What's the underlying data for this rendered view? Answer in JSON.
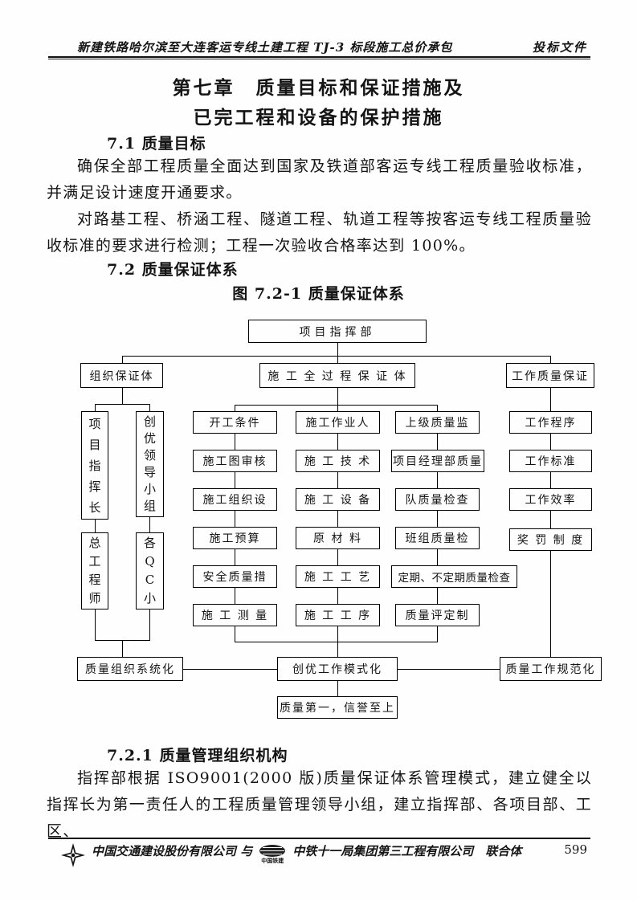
{
  "header": {
    "left": "新建铁路哈尔滨至大连客运专线土建工程 TJ-3 标段施工总价承包",
    "right": "投标文件"
  },
  "title": {
    "line1": "第七章　质量目标和保证措施及",
    "line2": "已完工程和设备的保护措施"
  },
  "s71": {
    "heading": "7.1 质量目标",
    "para1": "确保全部工程质量全面达到国家及铁道部客运专线工程质量验收标准，并满足设计速度开通要求。",
    "para2": "对路基工程、桥涵工程、隧道工程、轨道工程等按客运专线工程质量验收标准的要求进行检测；工程一次验收合格率达到 100%。"
  },
  "s72": {
    "heading": "7.2 质量保证体系",
    "fig_caption": "图 7.2-1 质量保证体系"
  },
  "s721": {
    "heading": "7.2.1 质量管理组织机构",
    "para": "指挥部根据 ISO9001(2000 版)质量保证体系管理模式，建立健全以指挥长为第一责任人的工程质量管理领导小组，建立指挥部、各项目部、工区、"
  },
  "diagram": {
    "hq": "项目指挥部",
    "l2": {
      "org": "组织保证体",
      "proc": "施 工 全 过 程 保 证 体",
      "workq": "工作质量保证"
    },
    "orgcol": {
      "b1": "项\n目\n指\n挥\n长",
      "b2": "创\n优\n领\n导\n小\n组",
      "b3": "总\n工\n程\n师",
      "b4": "各\nQ\nC\n小"
    },
    "colA": [
      "开工条件",
      "施工图审核",
      "施工组织设",
      "施工预算",
      "安全质量措",
      "施 工 测 量"
    ],
    "colB": [
      "施工作业人",
      "施 工 技 术",
      "施 工 设 备",
      "原 材 料",
      "施 工 工 艺",
      "施 工 工 序"
    ],
    "colC": [
      "上级质量监",
      "项目经理部质量",
      "队质量检查",
      "班组质量检",
      "定期、不定期质量检查",
      "质量评定制"
    ],
    "colD": [
      "工作程序",
      "工作标准",
      "工作效率",
      "奖 罚 制 度"
    ],
    "bottom": {
      "left": "质量组织系统化",
      "center": "创优工作模式化",
      "right": "质量工作规范化",
      "motto": "质量第一，信誉至上"
    }
  },
  "footer": {
    "company1": "中国交通建设股份有限公司 与",
    "logo2_caption": "中国铁建",
    "company2": "中铁十一局集团第三工程有限公司　联合体",
    "page": "599"
  }
}
